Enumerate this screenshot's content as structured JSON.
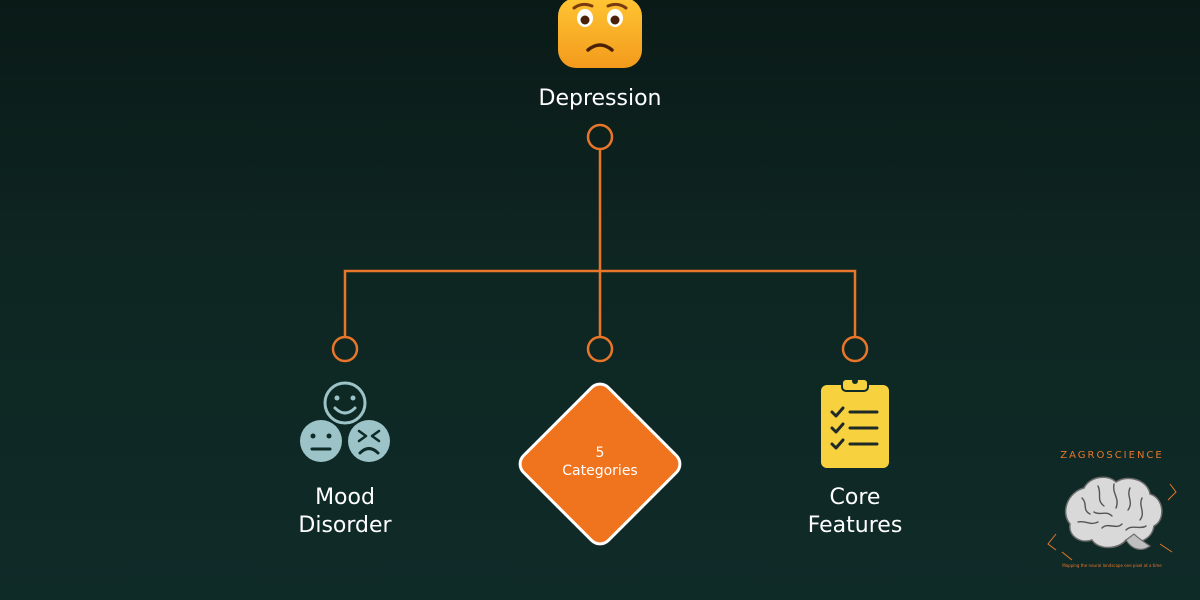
{
  "diagram": {
    "root": {
      "label": "Depression",
      "icon": "worried-face-icon"
    },
    "branches": [
      {
        "line1": "Mood",
        "line2": "Disorder",
        "icon": "mood-faces-icon"
      },
      {
        "line1": "5",
        "line2": "Categories",
        "shape": "diamond"
      },
      {
        "line1": "Core",
        "line2": "Features",
        "icon": "clipboard-checklist-icon"
      }
    ]
  },
  "logo": {
    "title": "ZAGROSCIENCE",
    "tagline": "Mapping the neural landscape one pixel at a time",
    "icon": "brain-icon"
  },
  "colors": {
    "connector": "#e8762a",
    "diamond_fill": "#f0731e",
    "diamond_border": "#ffffff",
    "mood_face": "#9cc3c7",
    "clipboard": "#f7d23e",
    "emoji": "#f5a623"
  }
}
